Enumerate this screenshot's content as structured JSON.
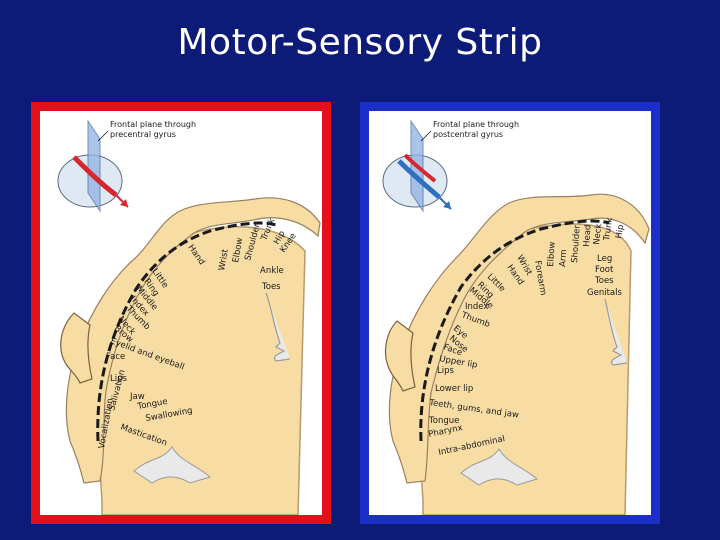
{
  "title": "Motor-Sensory Strip",
  "colors": {
    "background": "#0c1a78",
    "motor_border": "#e3101c",
    "sensory_border": "#1c2ec8",
    "tissue": "#f7dca4",
    "tissue_outline": "#b89a6c"
  },
  "motor_panel": {
    "caption_line1": "Frontal plane through",
    "caption_line2": "precentral gyrus",
    "labels": [
      "Hip",
      "Trunk",
      "Shoulder",
      "Elbow",
      "Wrist",
      "Hand",
      "Knee",
      "Ankle",
      "Toes",
      "Little",
      "Ring",
      "Middle",
      "Index",
      "Thumb",
      "Neck",
      "Brow",
      "Eyelid and eyeball",
      "Face",
      "Lips",
      "Jaw",
      "Tongue",
      "Swallowing",
      "Mastication",
      "Salivation",
      "Vocalization"
    ]
  },
  "sensory_panel": {
    "caption_line1": "Frontal plane through",
    "caption_line2": "postcentral gyrus",
    "labels": [
      "Hip",
      "Trunk",
      "Neck",
      "Head",
      "Shoulder",
      "Arm",
      "Elbow",
      "Forearm",
      "Wrist",
      "Hand",
      "Leg",
      "Foot",
      "Toes",
      "Genitals",
      "Little",
      "Ring",
      "Middle",
      "Index",
      "Thumb",
      "Eye",
      "Nose",
      "Face",
      "Upper lip",
      "Lips",
      "Lower lip",
      "Teeth, gums, and jaw",
      "Tongue",
      "Pharynx",
      "Intra-abdominal"
    ]
  }
}
